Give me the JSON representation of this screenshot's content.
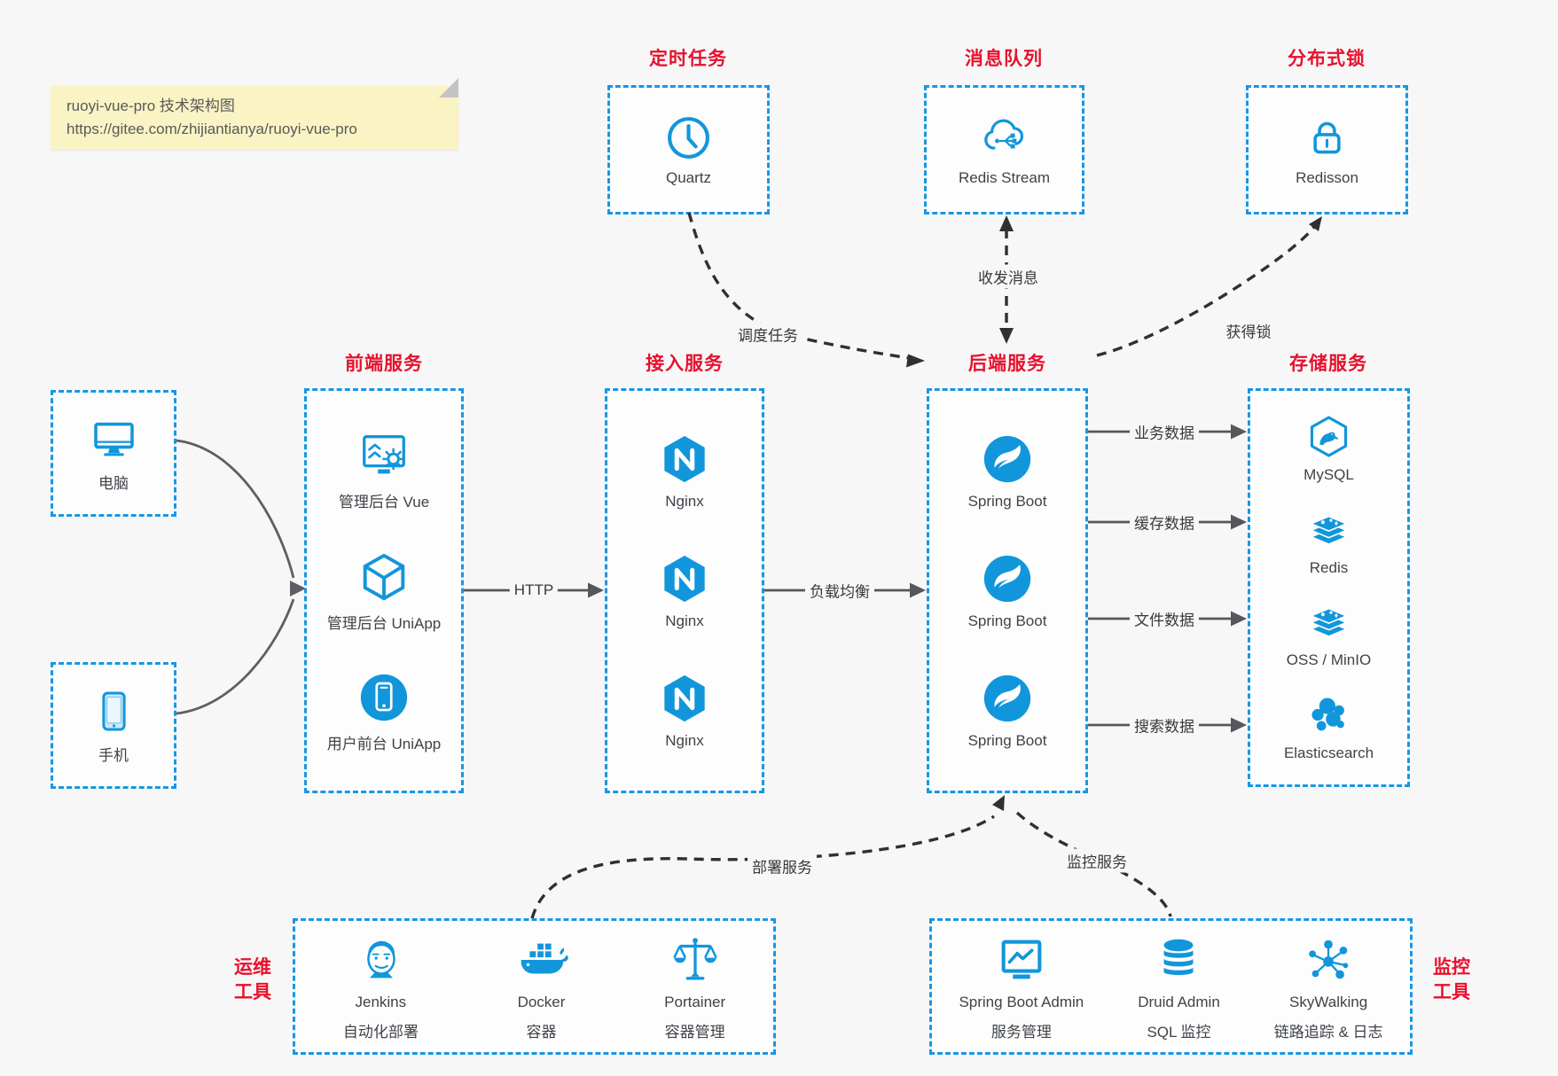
{
  "note": {
    "line1": "ruoyi-vue-pro 技术架构图",
    "line2": "https://gitee.com/zhijiantianya/ruoyi-vue-pro"
  },
  "colors": {
    "background": "#f7f7f8",
    "panel_border_blue": "#1697e5",
    "icon_blue": "#1296db",
    "title_red": "#e8112d",
    "solid_line": "#54575b",
    "dashed_line": "#303030"
  },
  "groups": {
    "scheduled": {
      "title": "定时任务",
      "items": [
        {
          "label": "Quartz",
          "icon": "clock-icon"
        }
      ]
    },
    "mq": {
      "title": "消息队列",
      "items": [
        {
          "label": "Redis Stream",
          "icon": "cloud-stream-icon"
        }
      ]
    },
    "lock": {
      "title": "分布式锁",
      "items": [
        {
          "label": "Redisson",
          "icon": "lock-icon"
        }
      ]
    },
    "clients": {
      "items": [
        {
          "label": "电脑",
          "icon": "desktop-icon"
        },
        {
          "label": "手机",
          "icon": "phone-icon"
        }
      ]
    },
    "frontend": {
      "title": "前端服务",
      "items": [
        {
          "label": "管理后台 Vue",
          "icon": "admin-vue-icon"
        },
        {
          "label": "管理后台 UniApp",
          "icon": "cube-icon"
        },
        {
          "label": "用户前台 UniApp",
          "icon": "app-circle-icon"
        }
      ]
    },
    "gateway": {
      "title": "接入服务",
      "items": [
        {
          "label": "Nginx",
          "icon": "nginx-icon"
        },
        {
          "label": "Nginx",
          "icon": "nginx-icon"
        },
        {
          "label": "Nginx",
          "icon": "nginx-icon"
        }
      ]
    },
    "backend": {
      "title": "后端服务",
      "items": [
        {
          "label": "Spring Boot",
          "icon": "spring-boot-icon"
        },
        {
          "label": "Spring Boot",
          "icon": "spring-boot-icon"
        },
        {
          "label": "Spring Boot",
          "icon": "spring-boot-icon"
        }
      ]
    },
    "storage": {
      "title": "存储服务",
      "items": [
        {
          "label": "MySQL",
          "icon": "mysql-icon"
        },
        {
          "label": "Redis",
          "icon": "redis-icon"
        },
        {
          "label": "OSS / MinIO",
          "icon": "oss-minio-icon"
        },
        {
          "label": "Elasticsearch",
          "icon": "elasticsearch-icon"
        }
      ]
    },
    "devops": {
      "title_line1": "运维",
      "title_line2": "工具",
      "items": [
        {
          "label": "Jenkins",
          "sub": "自动化部署",
          "icon": "jenkins-icon"
        },
        {
          "label": "Docker",
          "sub": "容器",
          "icon": "docker-icon"
        },
        {
          "label": "Portainer",
          "sub": "容器管理",
          "icon": "portainer-icon"
        }
      ]
    },
    "monitor": {
      "title_line1": "监控",
      "title_line2": "工具",
      "items": [
        {
          "label": "Spring Boot Admin",
          "sub": "服务管理",
          "icon": "spring-boot-admin-icon"
        },
        {
          "label": "Druid Admin",
          "sub": "SQL 监控",
          "icon": "druid-icon"
        },
        {
          "label": "SkyWalking",
          "sub": "链路追踪 & 日志",
          "icon": "skywalking-icon"
        }
      ]
    }
  },
  "connectors": {
    "http": "HTTP",
    "load_balance": "负载均衡",
    "schedule": "调度任务",
    "messages": "收发消息",
    "get_lock": "获得锁",
    "biz_data": "业务数据",
    "cache_data": "缓存数据",
    "file_data": "文件数据",
    "search_data": "搜索数据",
    "deploy": "部署服务",
    "monitor": "监控服务"
  }
}
